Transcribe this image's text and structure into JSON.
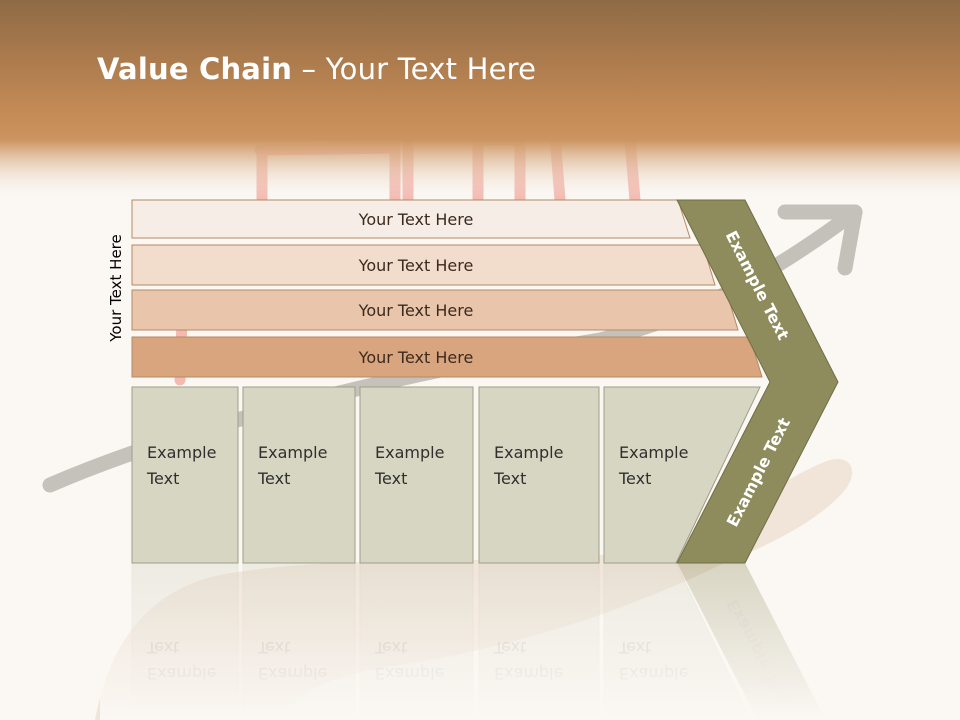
{
  "title": {
    "bold": "Value Chain",
    "rest": " – Your Text Here"
  },
  "side_label": "Your Text Here",
  "bands": [
    "Your Text Here",
    "Your Text Here",
    "Your Text Here",
    "Your Text Here"
  ],
  "boxes": [
    {
      "line1": "Example",
      "line2": "Text"
    },
    {
      "line1": "Example",
      "line2": "Text"
    },
    {
      "line1": "Example",
      "line2": "Text"
    },
    {
      "line1": "Example",
      "line2": "Text"
    },
    {
      "line1": "Example",
      "line2": "Text"
    }
  ],
  "chevron": {
    "upper": "Example Text",
    "lower": "Example Text"
  },
  "colors": {
    "header_top": "#8e6a45",
    "header_mid": "#c9905a",
    "background": "#fbf7f3",
    "band1": "#f6eee6",
    "band2": "#f2dccb",
    "band3": "#e9c5ab",
    "band4": "#d9a57e",
    "box": "#d6d6c3",
    "chevron": "#8e8c5c"
  }
}
